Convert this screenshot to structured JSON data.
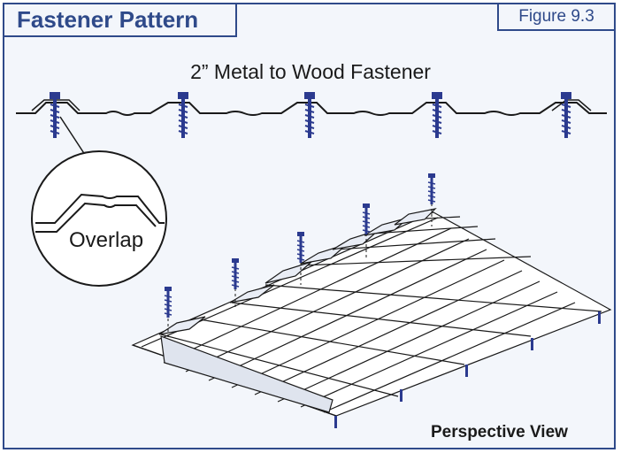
{
  "header": {
    "title": "Fastener Pattern",
    "figure_label": "Figure 9.3"
  },
  "top_view": {
    "caption": "2” Metal to Wood Fastener"
  },
  "detail": {
    "label": "Overlap"
  },
  "perspective": {
    "label": "Perspective View"
  },
  "colors": {
    "border": "#2f4a8a",
    "background": "#f3f6fb",
    "fastener": "#2b3a8f",
    "line": "#1a1a1a"
  }
}
